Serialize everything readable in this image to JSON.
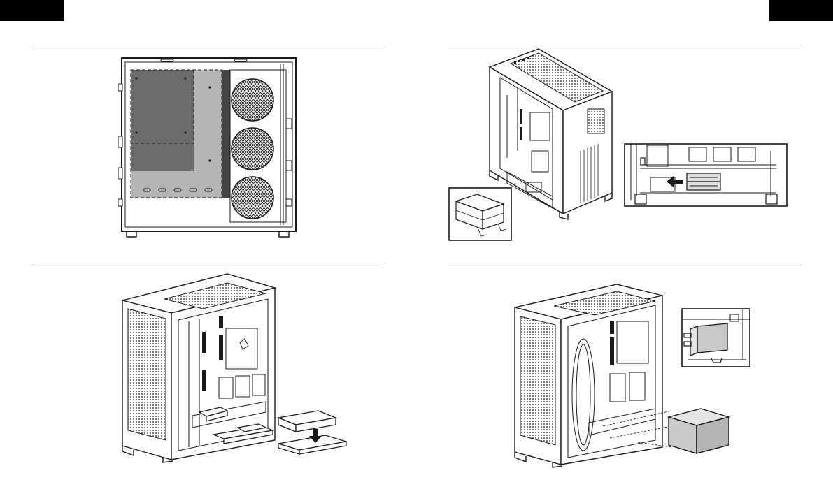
{
  "page": {
    "left_tab": {
      "color": "#000000"
    },
    "right_tab": {
      "color": "#000000"
    }
  },
  "figures": [
    {
      "name": "case-side-panel-removal",
      "icon": "case-side-view-icon"
    },
    {
      "name": "drive-cage-location",
      "icon": "case-isometric-icon"
    },
    {
      "name": "drive-installation",
      "icon": "drive-tray-icon"
    },
    {
      "name": "psu-installation",
      "icon": "psu-box-icon"
    }
  ],
  "colors": {
    "line": "#1a1a1a",
    "shade_dark": "#6e6e6e",
    "shade_mid": "#b4b4b4",
    "psu_fill": "#c9c9c9",
    "rule": "#bdbdbd"
  }
}
